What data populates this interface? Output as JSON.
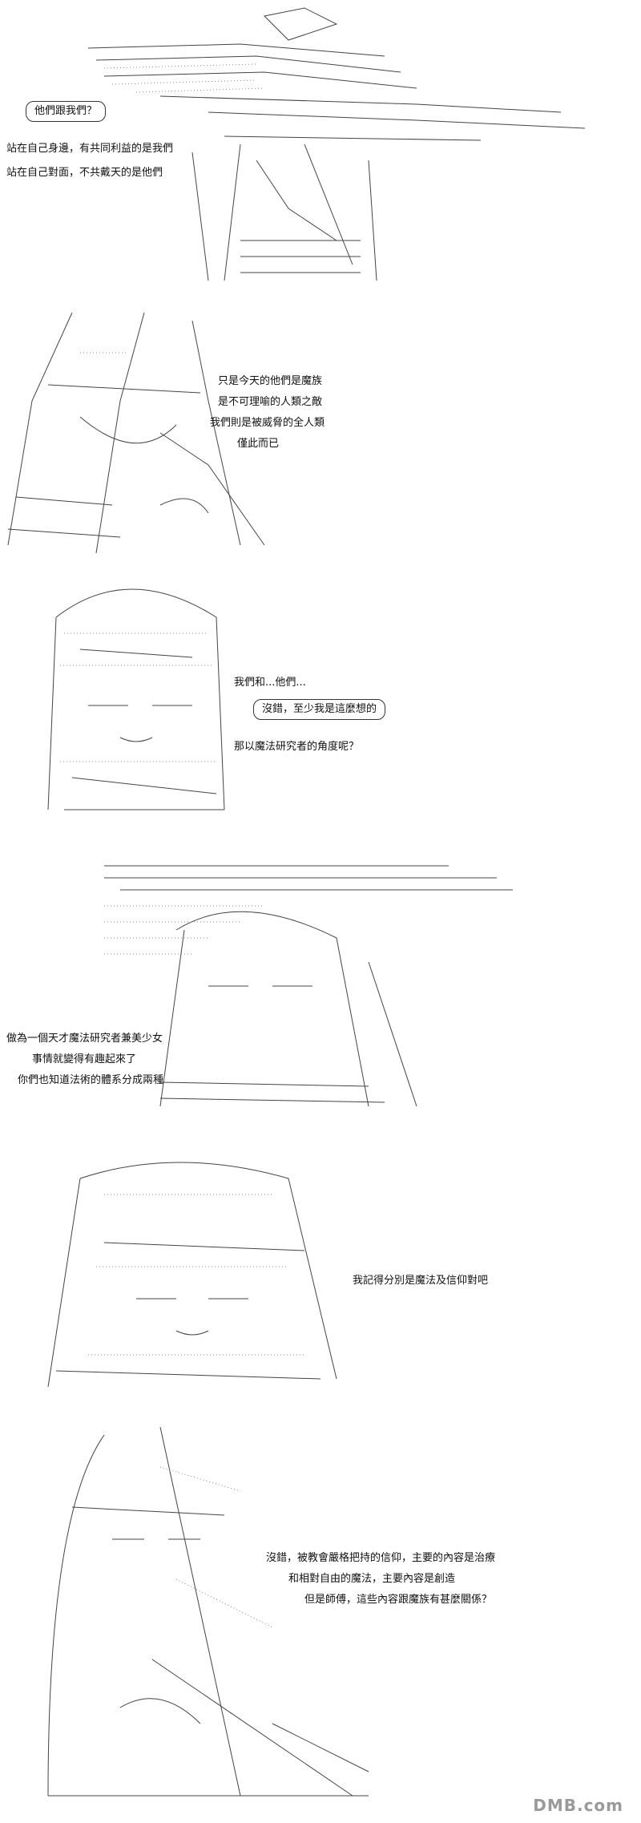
{
  "panel1": {
    "bubble": "他們跟我們？",
    "lines": [
      "站在自己身邊，有共同利益的是我們",
      "站在自己對面，不共戴天的是他們"
    ]
  },
  "panel2": {
    "lines": [
      "只是今天的他們是魔族",
      "是不可理喻的人類之敵",
      "我們則是被威脅的全人類",
      "僅此而已"
    ]
  },
  "panel3": {
    "line1": "我們和...他們...",
    "bubble": "沒錯，至少我是這麼想的",
    "line2": "那以魔法研究者的角度呢？"
  },
  "panel4": {
    "lines": [
      "做為一個天才魔法研究者兼美少女",
      "事情就變得有趣起來了",
      "你們也知道法術的體系分成兩種"
    ]
  },
  "panel5": {
    "lines": [
      "我記得分別是魔法及信仰對吧"
    ]
  },
  "panel6": {
    "lines": [
      "沒錯，被教會嚴格把持的信仰，主要的內容是治療",
      "和相對自由的魔法，主要內容是創造",
      "但是師傅，這些內容跟魔族有甚麼關係？"
    ]
  },
  "watermark": "DMB.com"
}
